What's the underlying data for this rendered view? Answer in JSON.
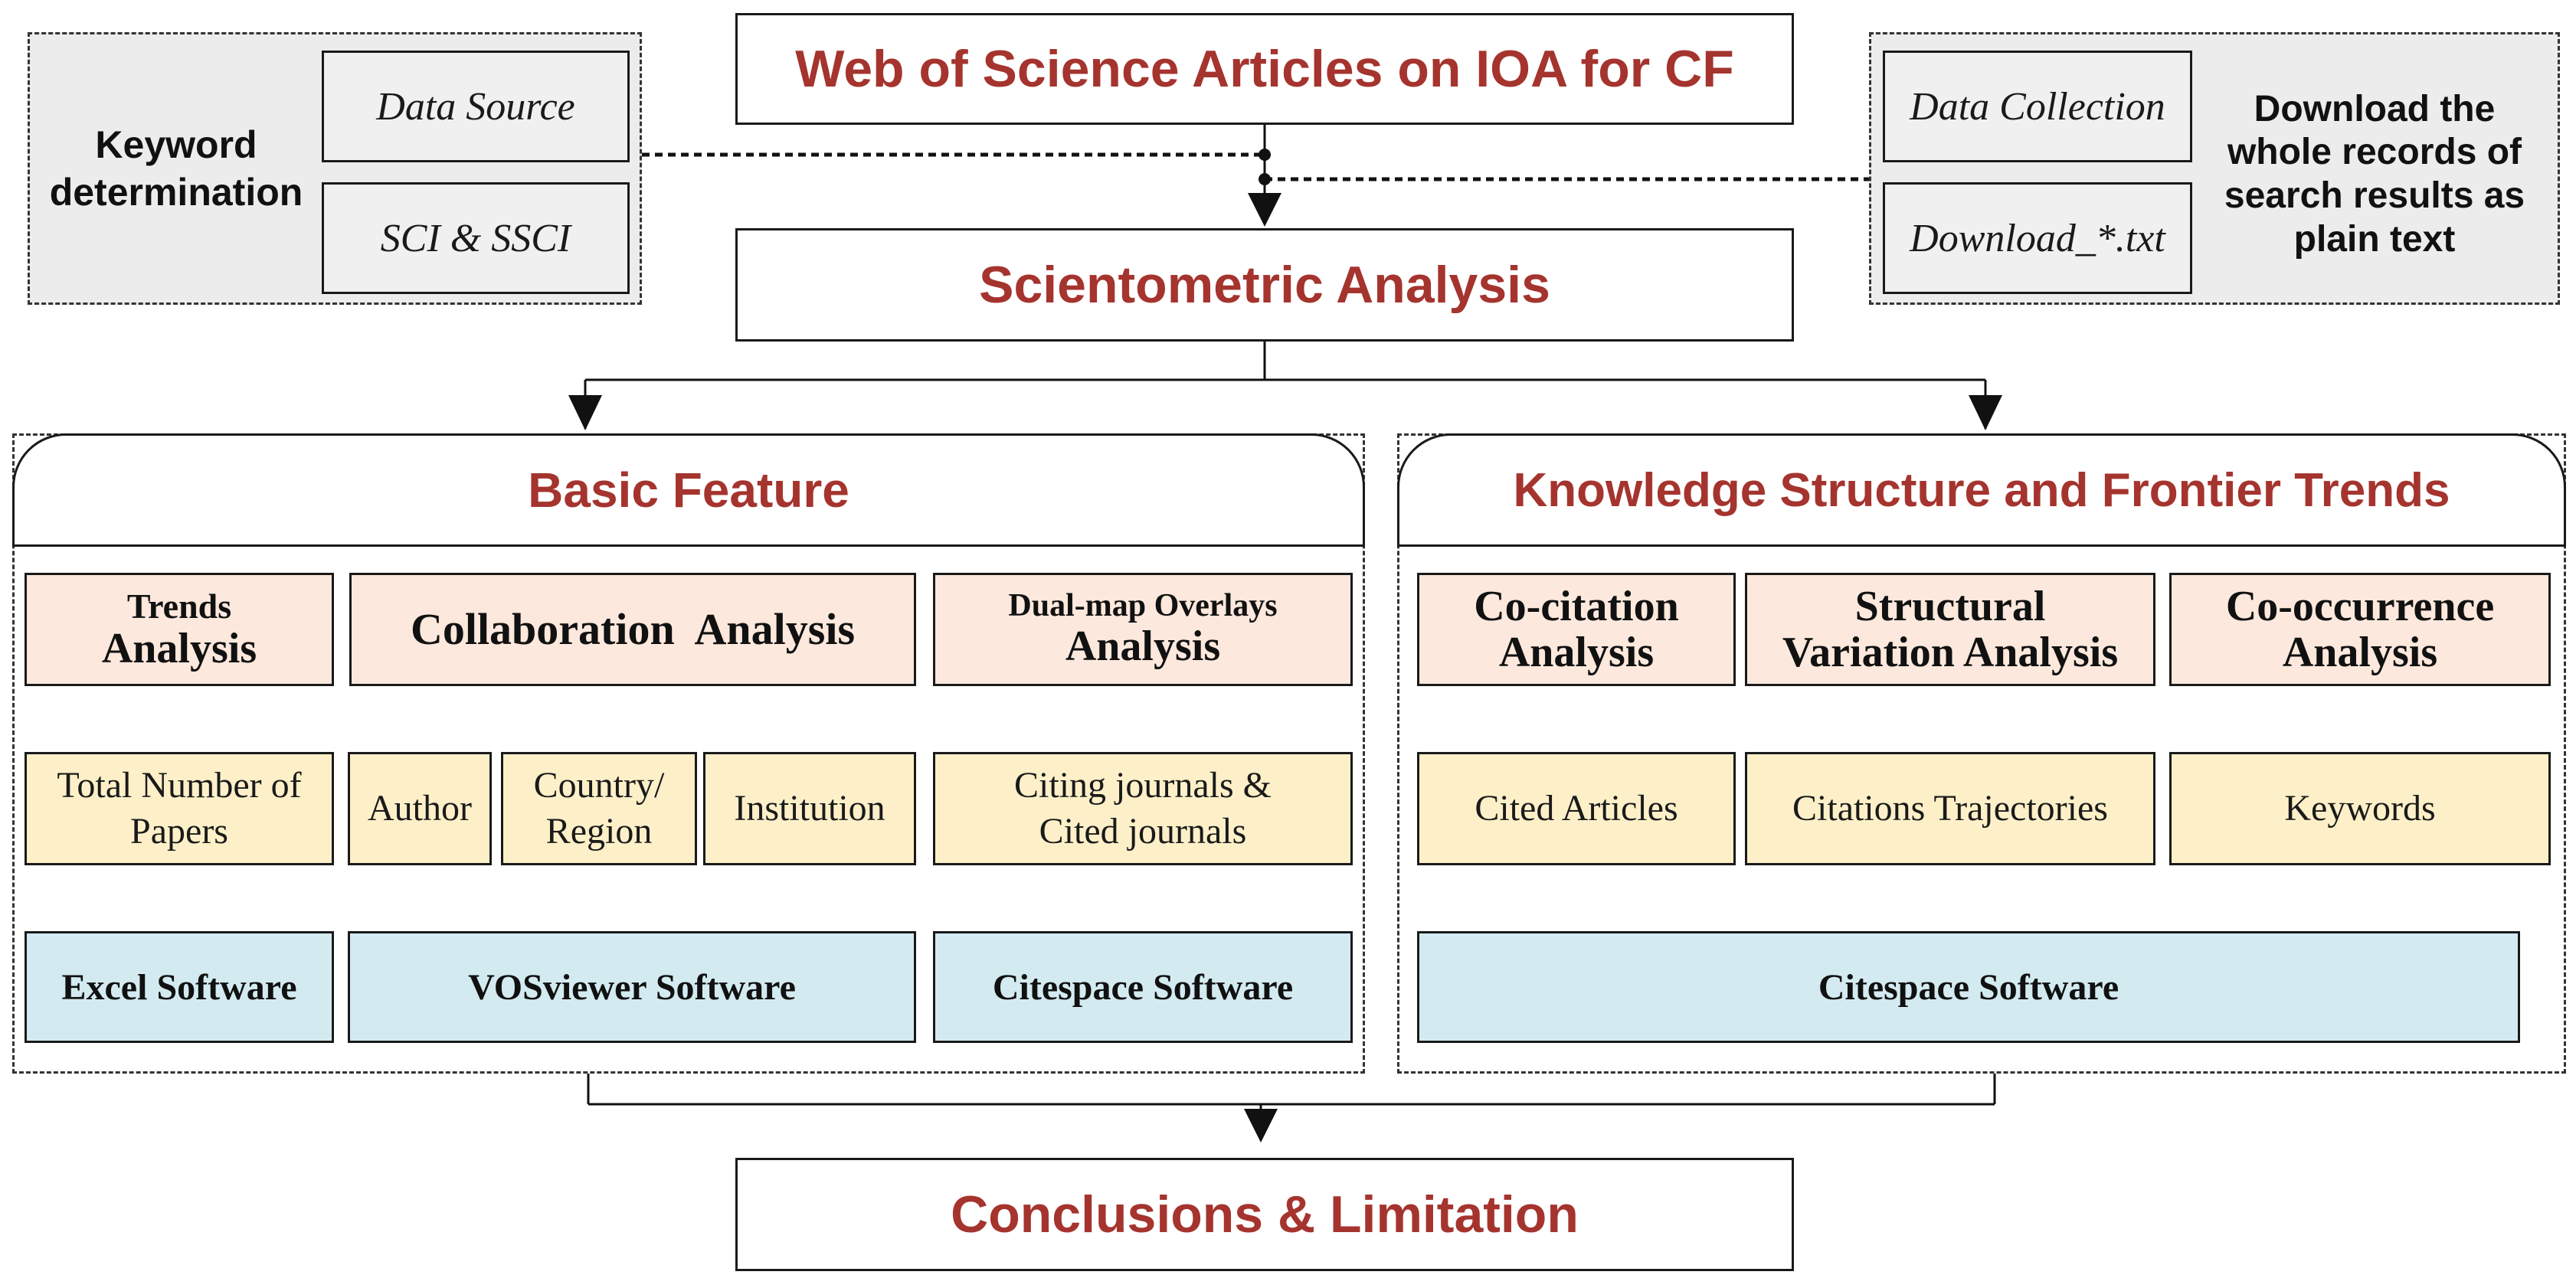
{
  "top": {
    "title": "Web of Science Articles on IOA for CF"
  },
  "left_panel": {
    "label": "Keyword determination",
    "items": [
      "Data Source",
      "SCI & SSCI"
    ]
  },
  "right_panel": {
    "label": "Download the whole records of search results as plain text",
    "items": [
      "Data Collection",
      "Download_*.txt"
    ]
  },
  "analysis": {
    "title": "Scientometric Analysis"
  },
  "basic": {
    "title": "Basic Feature",
    "trends": {
      "line1": "Trends",
      "line2": "Analysis"
    },
    "collab": {
      "title": "Collaboration  Analysis"
    },
    "dual": {
      "line1": "Dual-map Overlays",
      "line2": "Analysis"
    },
    "items": {
      "total": "Total Number of Papers",
      "author": "Author",
      "country": "Country/ Region",
      "institution": "Institution",
      "journals": "Citing journals & Cited journals"
    },
    "software": {
      "excel": "Excel Software",
      "vos": "VOSviewer Software",
      "citespace": "Citespace Software"
    }
  },
  "knowledge": {
    "title": "Knowledge Structure and Frontier Trends",
    "cocitation": {
      "line1": "Co-citation",
      "line2": "Analysis"
    },
    "structural": {
      "line1": "Structural",
      "line2": "Variation Analysis"
    },
    "cooccurrence": {
      "line1": "Co-occurrence",
      "line2": "Analysis"
    },
    "items": {
      "cited": "Cited Articles",
      "trajectories": "Citations Trajectories",
      "keywords": "Keywords"
    },
    "software": {
      "citespace": "Citespace Software"
    }
  },
  "bottom": {
    "title": "Conclusions & Limitation"
  }
}
